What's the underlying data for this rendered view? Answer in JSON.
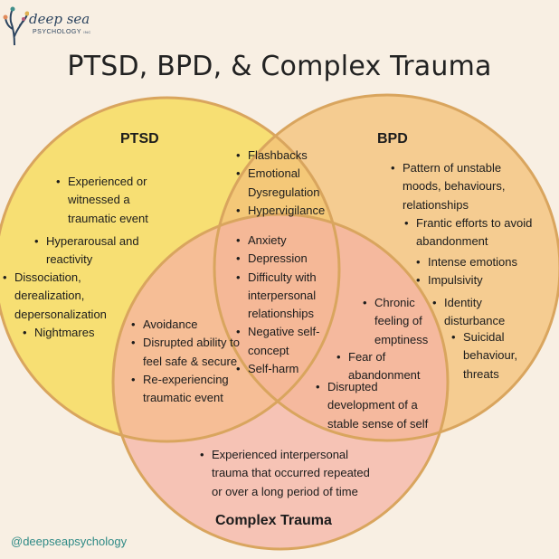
{
  "logo": {
    "name": "deep sea",
    "sub": "PSYCHOLOGY",
    "inc": "INC"
  },
  "title": "PTSD, BPD, & Complex Trauma",
  "colors": {
    "background": "#f8efe3",
    "ptsd_fill": "#f7df73",
    "bpd_fill": "#f4c27a",
    "complex_fill": "#f5b1a4",
    "outline": "#d9a55e",
    "handle": "#2f8a86"
  },
  "circles": {
    "ptsd": {
      "label": "PTSD",
      "items": [
        "Experienced or witnessed a traumatic event",
        "Hyperarousal and reactivity",
        "Dissociation, derealization, depersonalization",
        "Nightmares"
      ]
    },
    "bpd": {
      "label": "BPD",
      "items": [
        "Pattern of unstable moods, behaviours, relationships",
        "Frantic efforts to avoid abandonment",
        "Intense emotions",
        "Impulsivity",
        "Identity disturbance",
        "Suicidal behaviour, threats"
      ]
    },
    "complex": {
      "label": "Complex Trauma",
      "items": [
        "Experienced interpersonal trauma that occurred repeated or over a long period of time"
      ]
    }
  },
  "overlaps": {
    "ptsd_bpd": [
      "Flashbacks",
      "Emotional Dysregulation",
      "Hypervigilance"
    ],
    "all_three": [
      "Anxiety",
      "Depression",
      "Difficulty with interpersonal relationships",
      "Negative self-concept",
      "Self-harm"
    ],
    "ptsd_complex": [
      "Avoidance",
      "Disrupted ability to feel safe & secure",
      "Re-experiencing traumatic event"
    ],
    "bpd_complex": [
      "Chronic feeling of emptiness",
      "Fear of abandonment",
      "Disrupted development of a stable sense of self"
    ]
  },
  "footer": {
    "handle": "@deepseapsychology"
  }
}
